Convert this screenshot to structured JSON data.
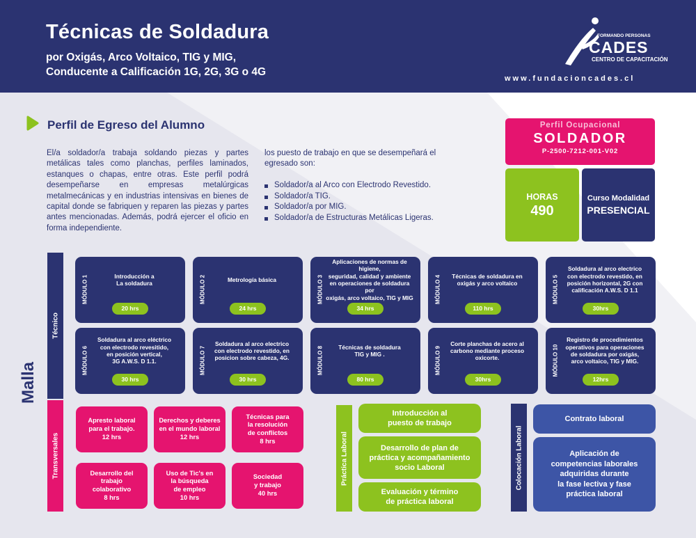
{
  "header": {
    "title": "Técnicas de Soldadura",
    "subtitle": "por Oxigás, Arco Voltaico, TIG y MIG,\nConducente a Calificación 1G, 2G, 3G o 4G",
    "logo_top": "FORMANDO PERSONAS",
    "logo_main": "CADES",
    "logo_sub": "CENTRO DE CAPACITACIÓN",
    "website": "www.fundacioncades.cl"
  },
  "perfil_egreso": {
    "title": "Perfil de Egreso del Alumno",
    "paragraph": "El/a soldador/a trabaja soldando piezas y partes metálicas tales como planchas, perfiles laminados, estanques o chapas, entre otras. Este perfil podrá desempeñarse en empresas metalúrgicas metalmecánicas y en industrias intensivas en bienes de capital donde se fabriquen y reparen las piezas y partes antes mencionadas. Además, podrá ejercer el oficio en forma independiente.",
    "intro": "los puesto de trabajo en que se desempeñará el egresado son:",
    "jobs": [
      "Soldador/a al Arco con Electrodo Revestido.",
      "Soldador/a TIG.",
      "Soldador/a por MIG.",
      "Soldador/a de Estructuras Metálicas Ligeras."
    ]
  },
  "perfil_ocupacional": {
    "label": "Perfil Ocupacional",
    "name": "SOLDADOR",
    "code": "P-2500-7212-001-V02"
  },
  "horas": {
    "label": "HORAS",
    "value": "490"
  },
  "modalidad": {
    "label": "Curso Modalidad",
    "value": "PRESENCIAL"
  },
  "malla": {
    "title": "Malla",
    "tecnico_label": "Técnico",
    "transversales_label": "Transversales",
    "practica_label": "Práctica Laboral",
    "colocacion_label": "Colocación Laboral"
  },
  "modules": [
    {
      "tag": "MÓDULO 1",
      "title": "Introducción a\nLa soldadura",
      "hours": "20 hrs"
    },
    {
      "tag": "MÓDULO 2",
      "title": "Metrología básica",
      "hours": "24 hrs"
    },
    {
      "tag": "MÓDULO 3",
      "title": "Aplicaciones de normas de higiene,\nseguridad, calidad y ambiente\nen operaciones de soldadura por\noxigás, arco voltaico, TIG y MIG",
      "hours": "34 hrs"
    },
    {
      "tag": "MÓDULO 4",
      "title": "Técnicas de soldadura en\noxigás y arco voltaico",
      "hours": "110 hrs"
    },
    {
      "tag": "MÓDULO 5",
      "title": "Soldadura al arco electrico\ncon electrodo revestido, en\nposición horizontal, 2G con\ncalificación A.W.S. D 1.1",
      "hours": "30hrs"
    },
    {
      "tag": "MÓDULO 6",
      "title": "Soldadura al arco eléctrico\ncon electrodo revesitido,\nen posición vertical,\n3G A.W.S. D 1.1.",
      "hours": "30 hrs"
    },
    {
      "tag": "MÓDULO 7",
      "title": "Soldadura al arco electrico\ncon electrodo revestido, en\nposicion sobre cabeza, 4G.",
      "hours": "30 hrs"
    },
    {
      "tag": "MÓDULO 8",
      "title": "Técnicas de soldadura\nTIG y MIG .",
      "hours": "80 hrs"
    },
    {
      "tag": "MÓDULO 9",
      "title": "Corte planchas de acero al\ncarbono mediante proceso\noxicorte.",
      "hours": "30hrs"
    },
    {
      "tag": "MÓDULO 10",
      "title": "Registro de procedimientos\noperativos para operaciones\nde soldadura por oxigás,\narco voltaico, TIG y MIG.",
      "hours": "12hrs"
    }
  ],
  "transversales": [
    "Apresto laboral\npara el trabajo.\n12 hrs",
    "Derechos y deberes\nen el mundo laboral\n12 hrs",
    "Técnicas para\nla resolución\nde conflictos\n8 hrs",
    "Desarrollo del\ntrabajo\ncolaborativo\n8 hrs",
    "Uso de Tic's en\nla búsqueda\nde empleo\n10 hrs",
    "Sociedad\ny trabajo\n40 hrs"
  ],
  "practica": [
    "Introducción al\npuesto de trabajo",
    "Desarrollo de plan de\npráctica y acompañamiento\nsocio Laboral",
    "Evaluación y término\nde práctica laboral"
  ],
  "colocacion": [
    "Contrato laboral",
    "Aplicación de\ncompetencias laborales\nadquiridas durante\nla fase lectiva y fase\npráctica laboral"
  ],
  "colors": {
    "navy": "#2b3371",
    "magenta": "#e5146f",
    "green": "#8dc21f",
    "blue": "#3d55a6"
  }
}
